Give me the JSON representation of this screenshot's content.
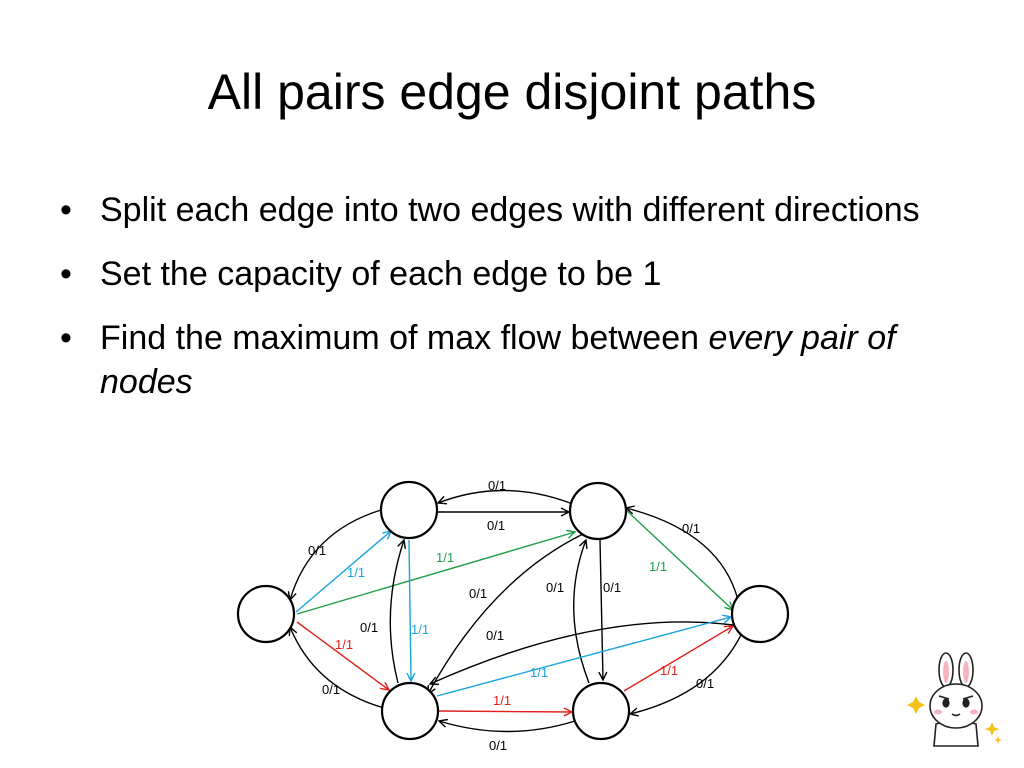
{
  "slide": {
    "title": "All pairs edge disjoint paths",
    "bullets": [
      {
        "text": "Split each edge into two edges with different directions"
      },
      {
        "text": "Set the capacity of each edge to be 1"
      },
      {
        "text_before": "Find the maximum of max flow between ",
        "text_emphasis": "every pair of nodes"
      }
    ]
  },
  "diagram": {
    "colors": {
      "default": "#000000",
      "blue": "#1AA3DC",
      "green": "#1F9E47",
      "red": "#E0201B"
    },
    "edge_labels": [
      {
        "id": "top-upper",
        "text": "0/1",
        "color": "default"
      },
      {
        "id": "top-lower",
        "text": "0/1",
        "color": "default"
      },
      {
        "id": "tr-right-outer",
        "text": "0/1",
        "color": "default"
      },
      {
        "id": "tr-right-inner",
        "text": "1/1",
        "color": "green"
      },
      {
        "id": "left-tl-outer",
        "text": "0/1",
        "color": "default"
      },
      {
        "id": "left-tl-inner",
        "text": "1/1",
        "color": "blue"
      },
      {
        "id": "left-tr",
        "text": "1/1",
        "color": "green"
      },
      {
        "id": "tr-bl",
        "text": "0/1",
        "color": "default"
      },
      {
        "id": "tr-br-left",
        "text": "0/1",
        "color": "default"
      },
      {
        "id": "tr-br-right",
        "text": "0/1",
        "color": "default"
      },
      {
        "id": "tl-bl-left",
        "text": "0/1",
        "color": "default"
      },
      {
        "id": "tl-bl-right",
        "text": "1/1",
        "color": "blue"
      },
      {
        "id": "left-bl-inner",
        "text": "1/1",
        "color": "red"
      },
      {
        "id": "left-bl-outer",
        "text": "0/1",
        "color": "default"
      },
      {
        "id": "right-bl-upper",
        "text": "0/1",
        "color": "default"
      },
      {
        "id": "right-bl-lower",
        "text": "1/1",
        "color": "blue"
      },
      {
        "id": "br-right-inner",
        "text": "1/1",
        "color": "red"
      },
      {
        "id": "br-right-outer",
        "text": "0/1",
        "color": "default"
      },
      {
        "id": "bottom-upper",
        "text": "1/1",
        "color": "red"
      },
      {
        "id": "bottom-lower",
        "text": "0/1",
        "color": "default"
      }
    ]
  }
}
